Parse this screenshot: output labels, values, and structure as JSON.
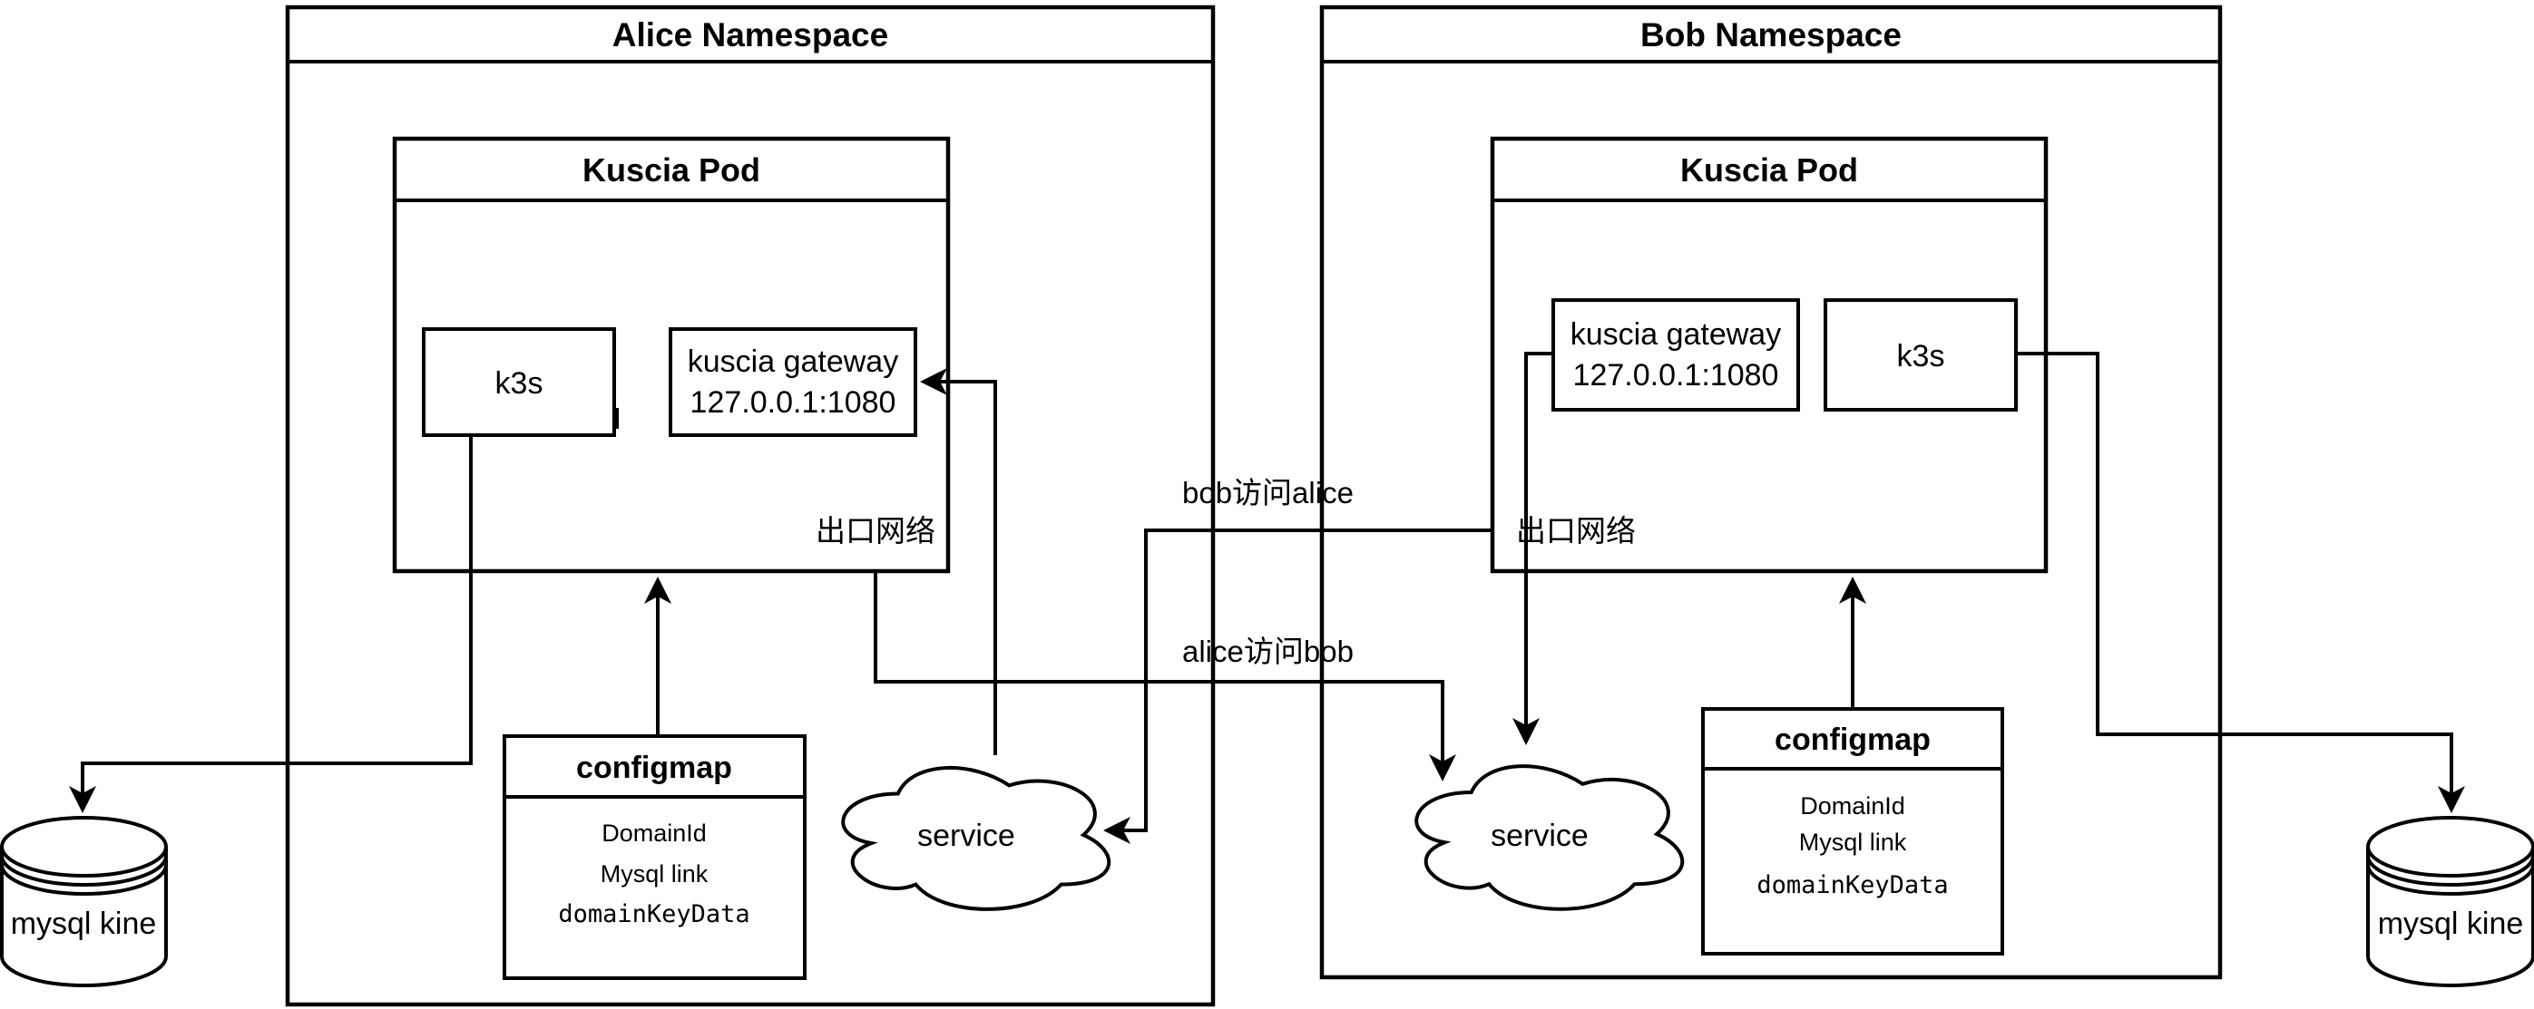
{
  "colors": {
    "stroke": "#000000",
    "background": "#ffffff"
  },
  "alice": {
    "namespace_title": "Alice Namespace",
    "pod_title": "Kuscia Pod",
    "k3s_label": "k3s",
    "gateway_name": "kuscia gateway",
    "gateway_address": "127.0.0.1:1080",
    "exit_network_label": "出口网络",
    "configmap_title": "configmap",
    "configmap_items": [
      "DomainId",
      "Mysql link",
      "domainKeyData"
    ],
    "service_label": "service",
    "database_label": "mysql kine"
  },
  "bob": {
    "namespace_title": "Bob Namespace",
    "pod_title": "Kuscia Pod",
    "k3s_label": "k3s",
    "gateway_name": "kuscia gateway",
    "gateway_address": "127.0.0.1:1080",
    "exit_network_label": "出口网络",
    "configmap_title": "configmap",
    "configmap_items": [
      "DomainId",
      "Mysql link",
      "domainKeyData"
    ],
    "service_label": "service",
    "database_label": "mysql kine"
  },
  "edge_labels": {
    "bob_to_alice": "bob访问alice",
    "alice_to_bob": "alice访问bob"
  }
}
